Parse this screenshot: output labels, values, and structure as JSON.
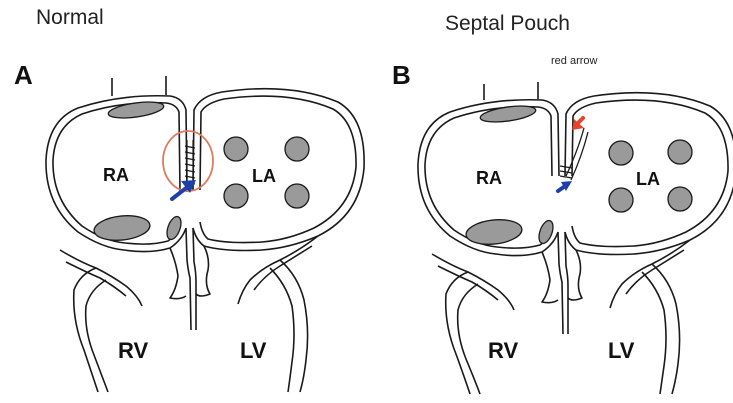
{
  "titles": {
    "left": "Normal",
    "right": "Septal Pouch"
  },
  "panels": {
    "a": "A",
    "b": "B"
  },
  "annotation": "red arrow",
  "chambers": {
    "ra": "RA",
    "la": "LA",
    "rv": "RV",
    "lv": "LV"
  },
  "colors": {
    "outline": "#1a1a1a",
    "structure_fill": "#9a9a9a",
    "circle_highlight": "#e07a5f",
    "blue_arrow": "#1f3fa8",
    "red_arrow": "#e8442a"
  }
}
